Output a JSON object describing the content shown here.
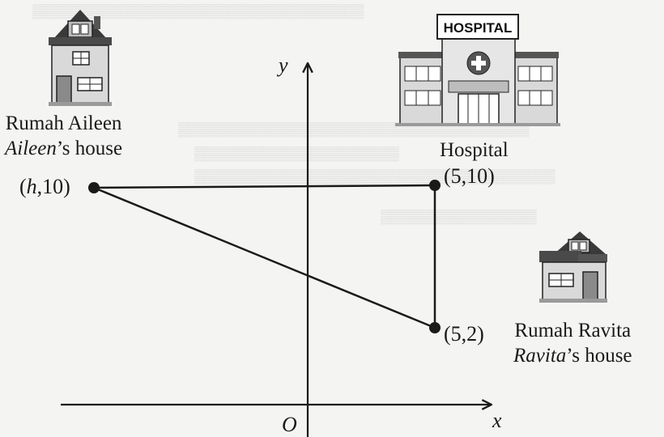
{
  "axes": {
    "x_label": "x",
    "y_label": "y",
    "origin_label": "O"
  },
  "points": [
    {
      "id": "aileen",
      "label_var": "h",
      "label_rest": ",10)"
    },
    {
      "id": "hospital",
      "label": "(5,10)"
    },
    {
      "id": "ravita",
      "label": "(5,2)"
    }
  ],
  "places": {
    "aileen": {
      "malay": "Rumah Aileen",
      "english_name": "Aileen",
      "english_suffix": "’s house"
    },
    "hospital": {
      "caption": "Hospital",
      "sign": "HOSPITAL"
    },
    "ravita": {
      "malay": "Rumah Ravita",
      "english_name": "Ravita",
      "english_suffix": "’s house"
    }
  },
  "colors": {
    "ink": "#1a1a1a",
    "building_wall": "#d9d9d9",
    "roof": "#3a3a3a"
  }
}
